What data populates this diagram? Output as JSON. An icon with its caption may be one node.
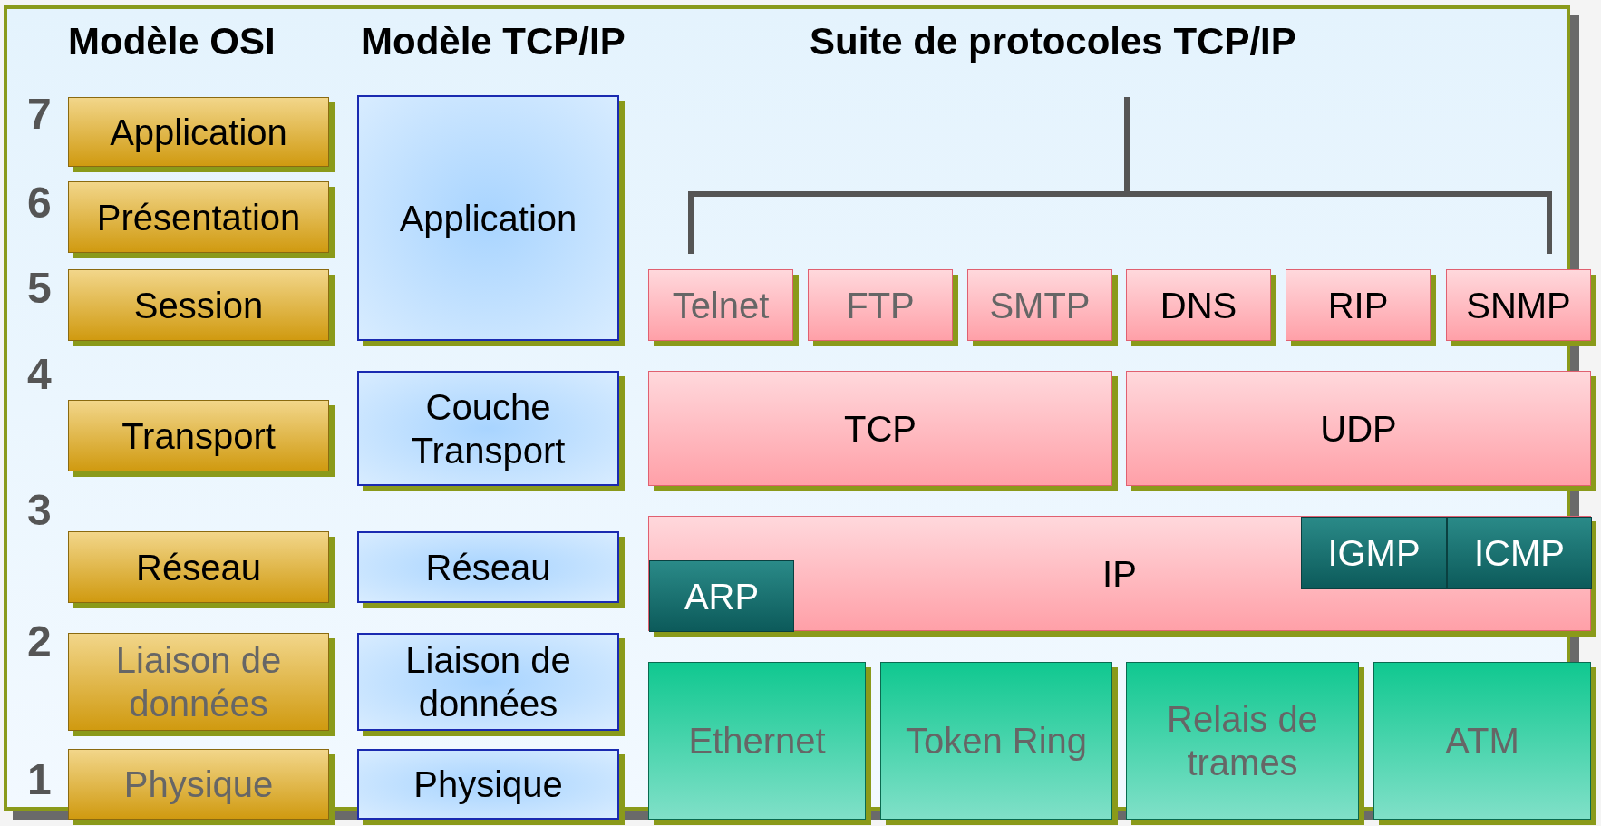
{
  "diagram": {
    "nodes": [
      {
        "text": [
          "Application"
        ]
      },
      {
        "text": [
          "Présentation"
        ]
      },
      {
        "text": [
          "Session"
        ]
      },
      {
        "text": [
          "Transport"
        ]
      },
      {
        "text": [
          "Réseau"
        ]
      },
      {
        "text": [
          "Liaison de données"
        ]
      },
      {
        "text": [
          "Physique"
        ]
      },
      {
        "text": [
          "Application"
        ]
      },
      {
        "text": [
          "Couche Transport"
        ]
      },
      {
        "text": [
          "Réseau"
        ]
      },
      {
        "text": [
          "Liaison de données"
        ]
      },
      {
        "text": [
          "Physique"
        ]
      },
      {
        "text": [
          "Telnet"
        ]
      },
      {
        "text": [
          "FTP"
        ]
      },
      {
        "text": [
          "SMTP"
        ]
      },
      {
        "text": [
          "DNS"
        ]
      },
      {
        "text": [
          "RIP"
        ]
      },
      {
        "text": [
          "SNMP"
        ]
      },
      {
        "text": [
          "TCP"
        ]
      },
      {
        "text": [
          "UDP"
        ]
      },
      {
        "text": [
          "IP"
        ]
      },
      {
        "text": [
          "IGMP"
        ],
        "in": 20
      },
      {
        "text": [
          "ICMP"
        ],
        "in": 20
      },
      {
        "text": [
          "ARP"
        ],
        "in": 20
      },
      {
        "text": [
          "Ethernet"
        ]
      },
      {
        "text": [
          "Token Ring"
        ]
      },
      {
        "text": [
          "Relais de trames"
        ]
      },
      {
        "text": [
          "ATM"
        ]
      }
    ],
    "labels": [
      "Modèle OSI",
      "Modèle TCP/IP",
      "Suite de protocoles TCP/IP",
      "7",
      "6",
      "5",
      "4",
      "3",
      "2",
      "1"
    ]
  }
}
